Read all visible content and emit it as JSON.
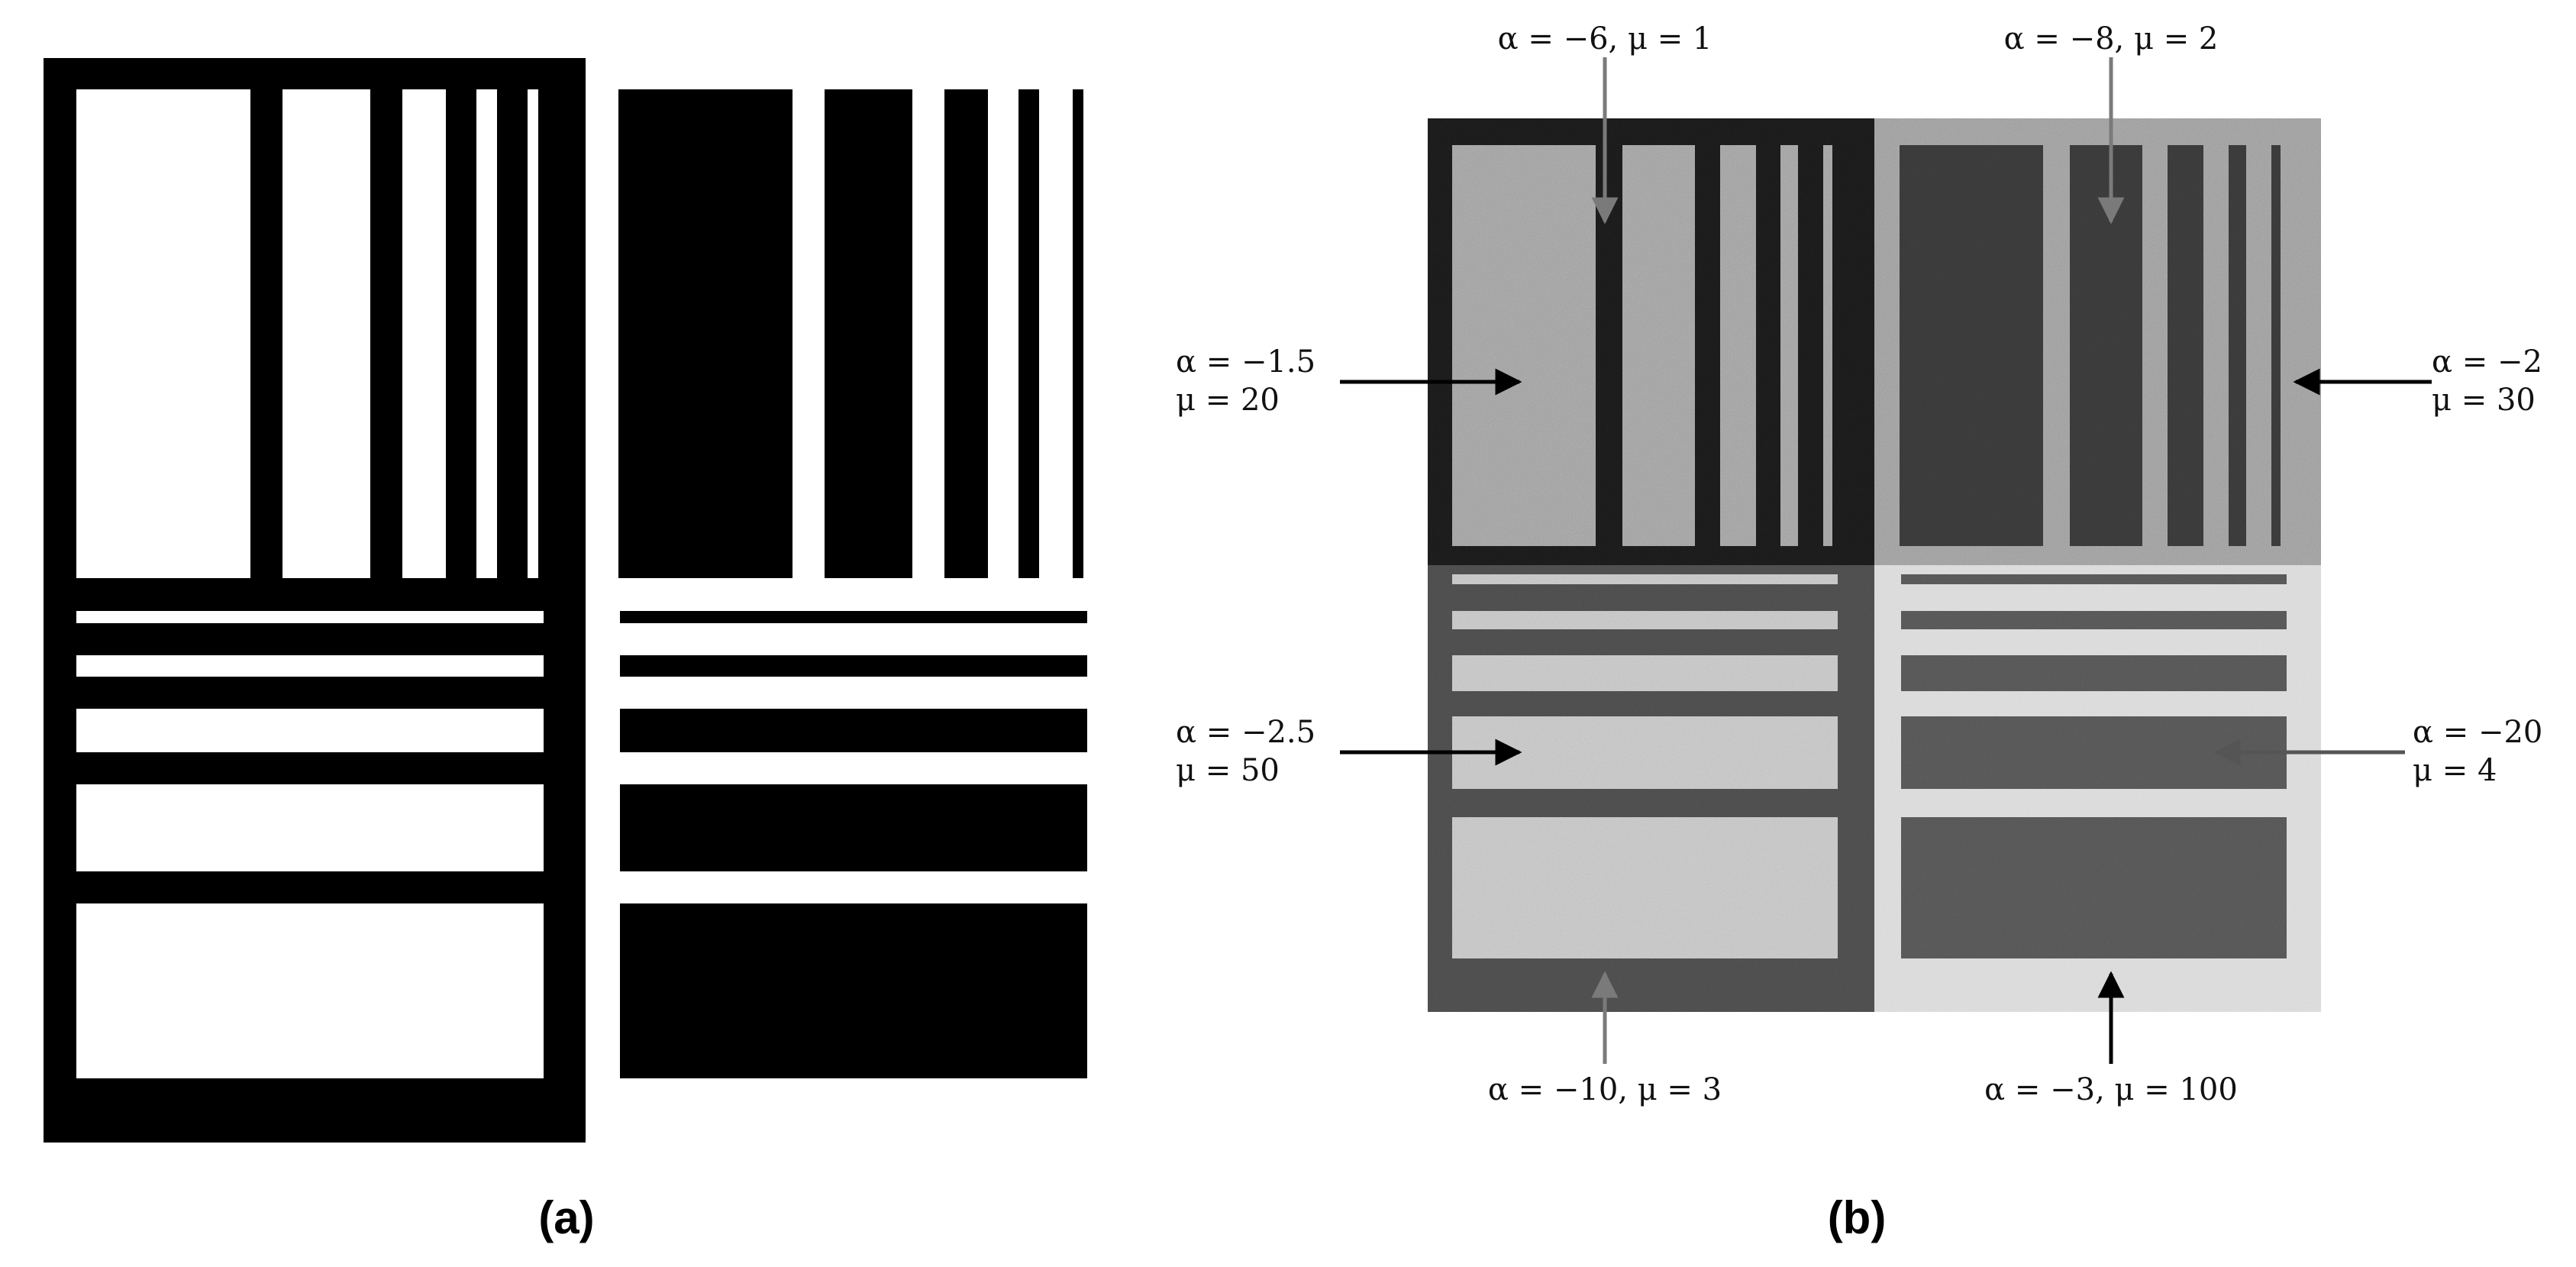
{
  "panel_a": {
    "caption": "(a)"
  },
  "panel_b": {
    "caption": "(b)",
    "quadrant_colors": {
      "top_left_bg": "#1e1e1e",
      "top_left_fg": "#a8a8a8",
      "top_right_bg": "#a5a5a5",
      "top_right_fg": "#3c3c3c",
      "bottom_left_bg": "#505050",
      "bottom_left_fg": "#c8c8c8",
      "bottom_right_bg": "#dcdcdc",
      "bottom_right_fg": "#5a5a5a"
    },
    "annotations": [
      {
        "id": "top_left_stripes",
        "lines": [
          "α = −6,  μ = 1"
        ],
        "arrow_color": "#7a7a7a"
      },
      {
        "id": "top_right_stripes",
        "lines": [
          "α = −8,  μ = 2"
        ],
        "arrow_color": "#7a7a7a"
      },
      {
        "id": "top_left_background",
        "lines": [
          "α = −1.5",
          "μ = 20"
        ],
        "arrow_color": "#000000"
      },
      {
        "id": "top_right_background",
        "lines": [
          "α = −2",
          "μ = 30"
        ],
        "arrow_color": "#000000"
      },
      {
        "id": "bottom_left_stripes",
        "lines": [
          "α = −2.5",
          "μ = 50"
        ],
        "arrow_color": "#000000"
      },
      {
        "id": "bottom_right_stripes",
        "lines": [
          "α = −20",
          "μ = 4"
        ],
        "arrow_color": "#555555"
      },
      {
        "id": "bottom_left_background",
        "lines": [
          "α = −10,  μ = 3"
        ],
        "arrow_color": "#7a7a7a"
      },
      {
        "id": "bottom_right_background",
        "lines": [
          "α = −3,  μ = 100"
        ],
        "arrow_color": "#000000"
      }
    ]
  }
}
